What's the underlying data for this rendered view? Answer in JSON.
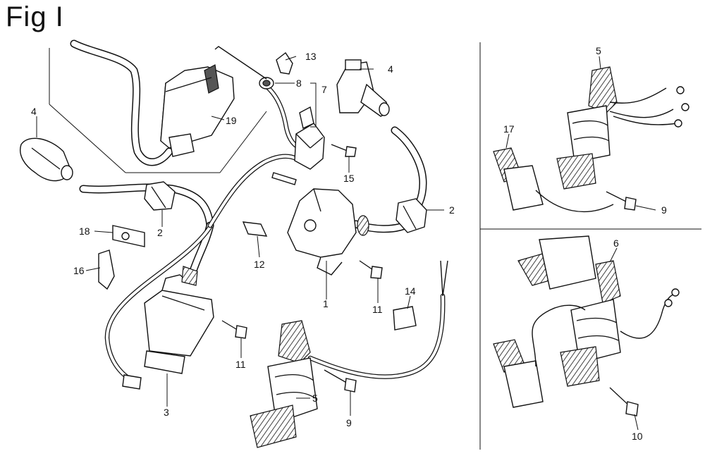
{
  "figure": {
    "title": "Fig I"
  },
  "callouts": [
    {
      "id": "c1",
      "label": "1"
    },
    {
      "id": "c2a",
      "label": "2"
    },
    {
      "id": "c2b",
      "label": "2"
    },
    {
      "id": "c3",
      "label": "3"
    },
    {
      "id": "c4a",
      "label": "4"
    },
    {
      "id": "c4b",
      "label": "4"
    },
    {
      "id": "c5a",
      "label": "5"
    },
    {
      "id": "c5b",
      "label": "5"
    },
    {
      "id": "c6",
      "label": "6"
    },
    {
      "id": "c7",
      "label": "7"
    },
    {
      "id": "c8",
      "label": "8"
    },
    {
      "id": "c9a",
      "label": "9"
    },
    {
      "id": "c9b",
      "label": "9"
    },
    {
      "id": "c10",
      "label": "10"
    },
    {
      "id": "c11a",
      "label": "11"
    },
    {
      "id": "c11b",
      "label": "11"
    },
    {
      "id": "c12",
      "label": "12"
    },
    {
      "id": "c13",
      "label": "13"
    },
    {
      "id": "c14",
      "label": "14"
    },
    {
      "id": "c15",
      "label": "15"
    },
    {
      "id": "c16",
      "label": "16"
    },
    {
      "id": "c17",
      "label": "17"
    },
    {
      "id": "c18",
      "label": "18"
    },
    {
      "id": "c19",
      "label": "19"
    }
  ]
}
